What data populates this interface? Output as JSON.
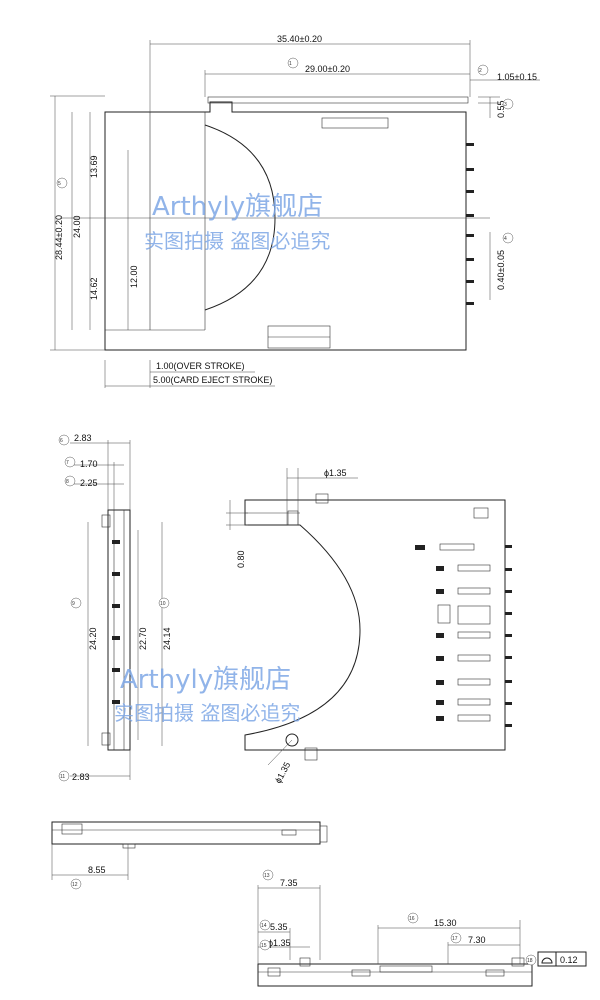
{
  "top_view": {
    "dim_overall_length": "35.40±0.20",
    "dim_body_length": "29.00±0.20",
    "dim_pin_offset": "1.05±0.15",
    "dim_pin_gap": "0.55",
    "dim_pin_width": "0.40±0.05",
    "dim_overall_width": "28.44±0.20",
    "dim_slot_width": "24.00",
    "dim_upper_half": "13.69",
    "dim_lower_half": "14.62",
    "dim_card_depth": "12.00",
    "over_stroke": "1.00(OVER STROKE)",
    "eject_stroke": "5.00(CARD EJECT STROKE)"
  },
  "side_view": {
    "dim_height": "2.83",
    "dim_gap_a": "1.70",
    "dim_gap_b": "2.25",
    "dim_bottom": "2.83",
    "dim_contact_span": "24.20",
    "dim_inner": "22.70",
    "dim_outer": "24.14"
  },
  "bottom_view": {
    "dim_hole_top": "ϕ1.35",
    "dim_offset": "0.80",
    "dim_hole_bottom": "ϕ1.35"
  },
  "lower_side_view": {
    "dim_offset": "8.55"
  },
  "front_view": {
    "dim_a": "7.35",
    "dim_b": "5.35",
    "dim_hole": "ϕ1.35",
    "dim_c": "15.30",
    "dim_d": "7.30",
    "flatness": "0.12"
  },
  "balloons": {
    "b1": "1",
    "b2": "2",
    "b3": "3",
    "b4": "4",
    "b5": "5",
    "b6": "6",
    "b7": "7",
    "b8": "8",
    "b9": "9",
    "b10": "10",
    "b11": "11",
    "b12": "12",
    "b13": "13",
    "b14": "14",
    "b15": "15",
    "b16": "16",
    "b17": "17",
    "b18": "18"
  },
  "watermark": {
    "store_name": "Arthyly旗舰店",
    "notice": "实图拍摄 盗图必追究"
  }
}
